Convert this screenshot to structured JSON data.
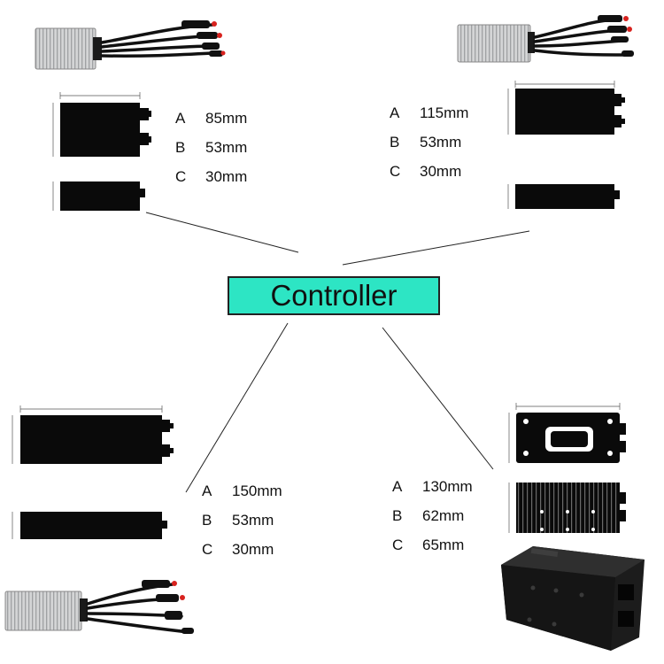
{
  "title": "Controller",
  "colors": {
    "title_fill": "#2de5c4",
    "block": "#0a0a0a",
    "casing": "#c9cacb",
    "line": "#222222"
  },
  "groups": [
    {
      "specs": [
        {
          "k": "A",
          "v": "85mm"
        },
        {
          "k": "B",
          "v": "53mm"
        },
        {
          "k": "C",
          "v": "30mm"
        }
      ]
    },
    {
      "specs": [
        {
          "k": "A",
          "v": "115mm"
        },
        {
          "k": "B",
          "v": "53mm"
        },
        {
          "k": "C",
          "v": "30mm"
        }
      ]
    },
    {
      "specs": [
        {
          "k": "A",
          "v": "150mm"
        },
        {
          "k": "B",
          "v": "53mm"
        },
        {
          "k": "C",
          "v": "30mm"
        }
      ]
    },
    {
      "specs": [
        {
          "k": "A",
          "v": "130mm"
        },
        {
          "k": "B",
          "v": "62mm"
        },
        {
          "k": "C",
          "v": "65mm"
        }
      ]
    }
  ]
}
